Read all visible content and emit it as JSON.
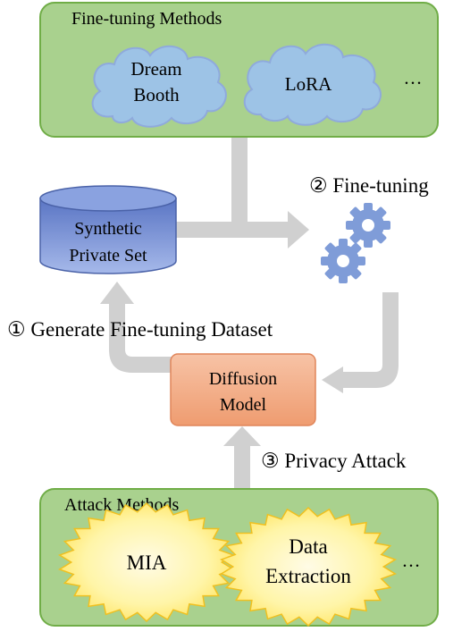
{
  "fine_tuning_panel": {
    "title": "Fine-tuning Methods",
    "methods": [
      [
        "Dream",
        "Booth"
      ],
      [
        "LoRA"
      ]
    ],
    "more": "…"
  },
  "attack_panel": {
    "title": "Attack Methods",
    "methods": [
      [
        "MIA"
      ],
      [
        "Data",
        "Extraction"
      ]
    ],
    "more": "…"
  },
  "dataset": {
    "lines": [
      "Synthetic",
      "Private Set"
    ]
  },
  "model": {
    "lines": [
      "Diffusion",
      "Model"
    ]
  },
  "steps": {
    "generate": "① Generate Fine-tuning Dataset",
    "finetune": "② Fine-tuning",
    "attack": "③ Privacy Attack"
  },
  "colors": {
    "panel_fill": "#a9d18e",
    "panel_stroke": "#70ad47",
    "cloud_fill": "#9dc3e6",
    "cloud_stroke": "#8faadc",
    "cylinder_fill": "#7f97d6",
    "model_fill": "#f4a582",
    "star_fill": "#fff2a0",
    "gear_fill": "#7f9cd8",
    "arrow": "#d0d0d0"
  },
  "icons": [
    "gear-icon",
    "gear-icon"
  ]
}
